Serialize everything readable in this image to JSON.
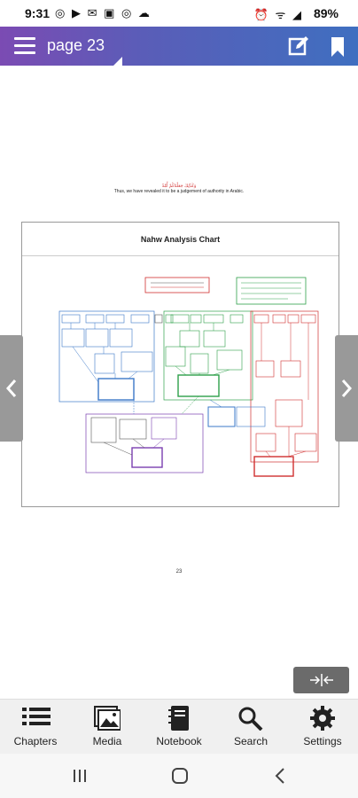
{
  "status_bar": {
    "time": "9:31",
    "left_icons": "◎ ▶ ✉ ▣ ◎ ☁",
    "right_icons": "⏰ ᯤ ◢",
    "battery": "89%"
  },
  "app_bar": {
    "title": "page 23",
    "icons": [
      "menu-icon",
      "edit-icon",
      "bookmark-icon"
    ]
  },
  "document": {
    "caption_red": "وَكَذَٰلِكَ جَعَلْنَاكُمْ أُمَّةً",
    "caption_black": "Thus, we have revealed it to be a judgement of authority in Arabic.",
    "figure_title": "Nahw Analysis Chart",
    "page_number": "23"
  },
  "bottom_nav": {
    "items": [
      {
        "label": "Chapters",
        "icon": "list-icon"
      },
      {
        "label": "Media",
        "icon": "image-icon"
      },
      {
        "label": "Notebook",
        "icon": "notebook-icon"
      },
      {
        "label": "Search",
        "icon": "search-icon"
      },
      {
        "label": "Settings",
        "icon": "gear-icon"
      }
    ]
  },
  "system_nav": {
    "icons": [
      "recents-icon",
      "home-icon",
      "back-icon"
    ]
  },
  "colors": {
    "app_bar_start": "#7b4bb3",
    "app_bar_end": "#3f6fc0",
    "chart_blue": "#3b78c8",
    "chart_green": "#2ea04a",
    "chart_red": "#d03030",
    "chart_purple": "#7a3fb0"
  }
}
